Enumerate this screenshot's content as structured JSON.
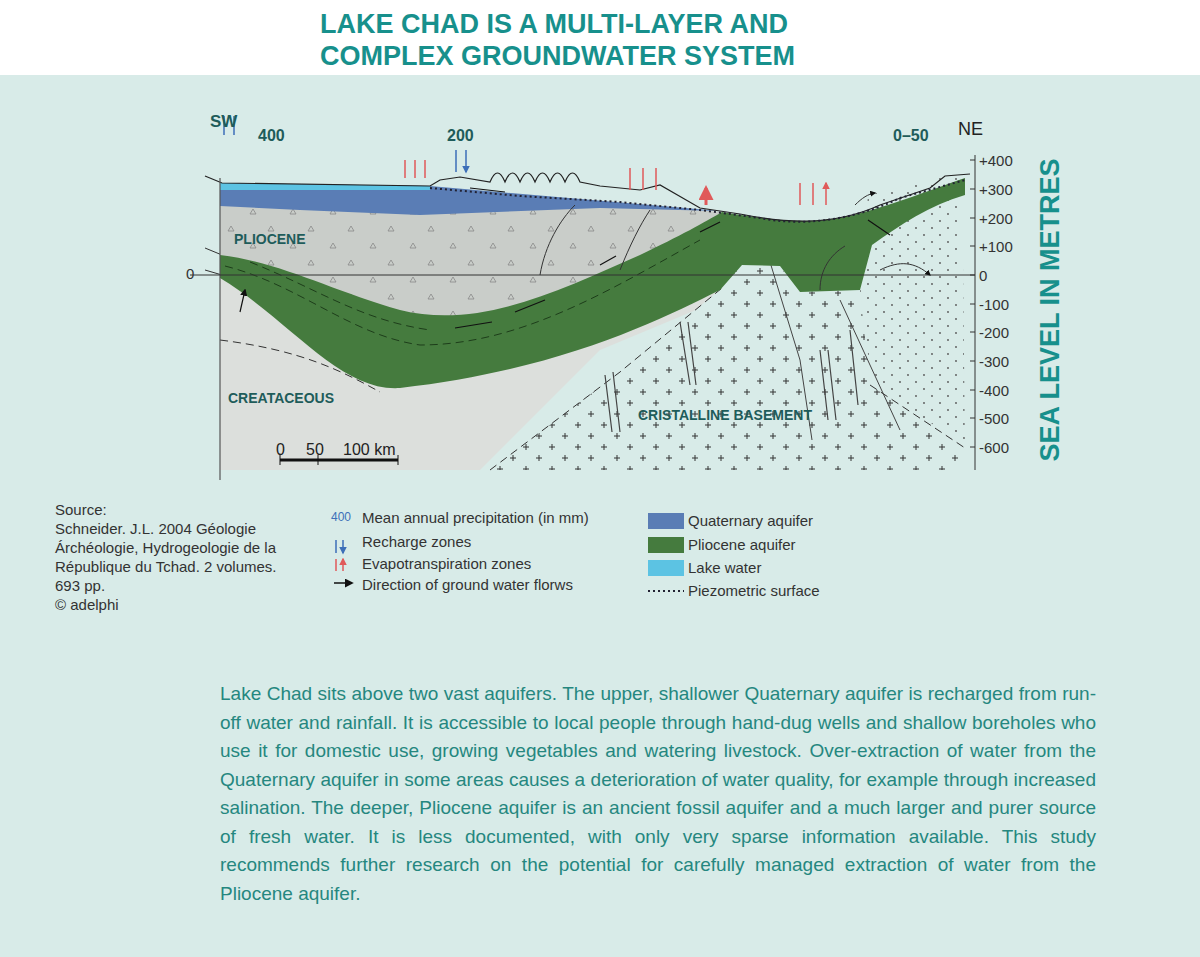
{
  "diagram": {
    "title": "LAKE CHAD IS A MULTI-LAYER AND COMPLEX GROUNDWATER SYSTEM",
    "caption": "Lake Chad sits above two vast aquifers. The upper, shallower Quaternary aquifer is recharged from run-off water and rainfall. It is accessible to local people through hand-dug wells and shallow boreholes who use it for domestic use, growing vegetables and watering livestock. Over-extraction of water from the Quaternary aquifer in some areas causes a deterioration of water quality, for example through increased salination. The deeper, Pliocene aquifer is an ancient fossil aquifer and a much larger and purer source of fresh water. It is less documented, with only very sparse information available. This study recommends further research on the potential for carefully managed extraction of water from the Pliocene aquifer.",
    "labels": [
      "SW",
      "400",
      "200",
      "0–50",
      "NE",
      "+400",
      "+300",
      "+200",
      "+100",
      "0",
      "-100",
      "-200",
      "-300",
      "-400",
      "-500",
      "-600",
      "SEA LEVEL IN METRES",
      "0",
      "PLIOCENE",
      "CREATACEOUS",
      "CRISTALLINE BASEMENT",
      "0",
      "50",
      "100 km",
      "Source:",
      "Schneider. J.L. 2004 Géologie Árchéologie, Hydrogeologie de la République du Tchad. 2 volumes. 693 pp.",
      "© adelphi",
      "400"
    ],
    "legend": [
      {
        "text": "Mean annual precipitation (in mm)"
      },
      {
        "text": "Recharge zones"
      },
      {
        "text": "Evapotranspiration zones"
      },
      {
        "text": "Direction of ground water florws"
      },
      {
        "text": "Quaternary aquifer",
        "color": "#5a7db5"
      },
      {
        "text": "Pliocene aquifer",
        "color": "#457b3e"
      },
      {
        "text": "Lake water",
        "color": "#5cc3e3"
      },
      {
        "text": "Piezometric surface"
      }
    ]
  }
}
